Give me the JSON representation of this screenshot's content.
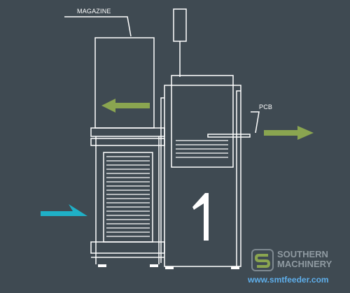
{
  "labels": {
    "magazine": "MAGAZINE",
    "pcb": "PCB"
  },
  "watermark": {
    "logo_text": "S",
    "company_line1": "SOUTHERN",
    "company_line2": "MACHINERY",
    "url": "www.smtfeeder.com"
  },
  "colors": {
    "background": "#3f4a52",
    "line": "#ffffff",
    "arrow_green": "#8aa550",
    "arrow_cyan": "#1fb0c7",
    "watermark_text": "#8f9aa1",
    "watermark_url": "#5eaeea"
  }
}
